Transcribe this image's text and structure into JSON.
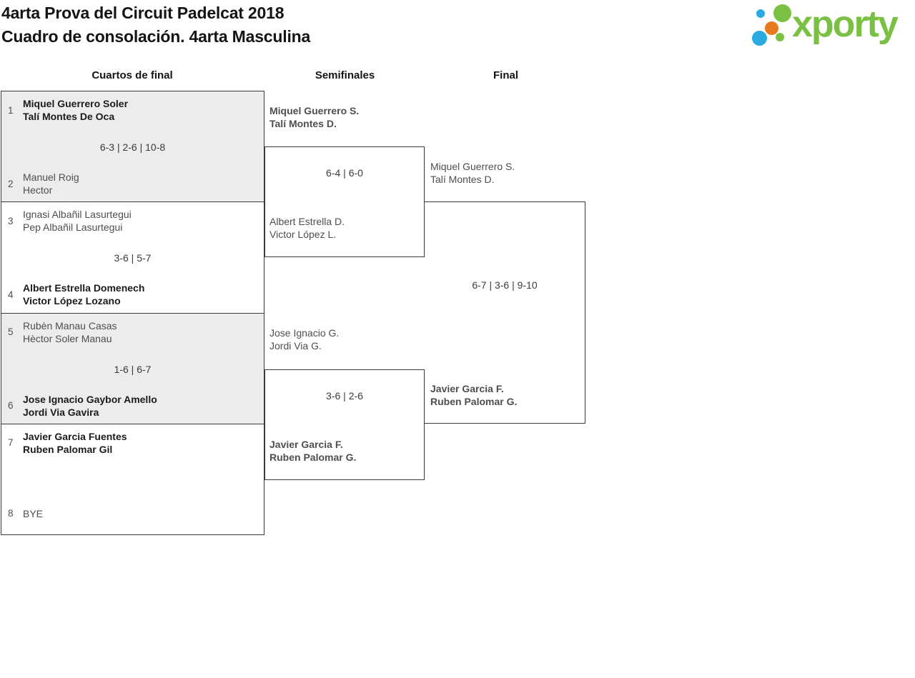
{
  "header": {
    "title_line1": "4arta Prova del Circuit Padelcat 2018",
    "title_line2": "Cuadro de consolación. 4arta Masculina",
    "logo_text": "xporty",
    "brand_colors": {
      "green": "#7ac143",
      "blue": "#29abe2",
      "orange": "#e8791d"
    }
  },
  "columns": {
    "quarterfinals": "Cuartos de final",
    "semifinals": "Semifinales",
    "final": "Final"
  },
  "colors": {
    "row_alt_background": "#ececec",
    "border": "#3a3a3a",
    "winner_text": "#1b1b1b",
    "loser_text": "#4e4e4e"
  },
  "quarterfinals": [
    {
      "seed1": "1",
      "team1_line1": "Miquel Guerrero Soler",
      "team1_line2": "Talí Montes De Oca",
      "score": "6-3 | 2-6 | 10-8",
      "seed2": "2",
      "team2_line1": "Manuel Roig",
      "team2_line2": "Hector",
      "winner": "team1"
    },
    {
      "seed1": "3",
      "team1_line1": "Ignasi Albañil Lasurtegui",
      "team1_line2": "Pep Albañil Lasurtegui",
      "score": "3-6 | 5-7",
      "seed2": "4",
      "team2_line1": "Albert Estrella Domenech",
      "team2_line2": "Victor López Lozano",
      "winner": "team2"
    },
    {
      "seed1": "5",
      "team1_line1": "Rubèn Manau Casas",
      "team1_line2": "Hèctor Soler Manau",
      "score": "1-6 | 6-7",
      "seed2": "6",
      "team2_line1": "Jose Ignacio Gaybor Amello",
      "team2_line2": "Jordi Via Gavira",
      "winner": "team2"
    },
    {
      "seed1": "7",
      "team1_line1": "Javier Garcia Fuentes",
      "team1_line2": "Ruben Palomar Gil",
      "score": "",
      "seed2": "8",
      "team2_line1": "BYE",
      "team2_line2": "",
      "winner": "team1"
    }
  ],
  "semifinals": [
    {
      "top_line1": "Miquel Guerrero S.",
      "top_line2": "Talí Montes D.",
      "score": "6-4 | 6-0",
      "bottom_line1": "Albert Estrella D.",
      "bottom_line2": "Victor López L.",
      "winner": "top"
    },
    {
      "top_line1": "Jose Ignacio G.",
      "top_line2": "Jordi Via G.",
      "score": "3-6 | 2-6",
      "bottom_line1": "Javier Garcia F.",
      "bottom_line2": "Ruben Palomar G.",
      "winner": "bottom"
    }
  ],
  "final": {
    "top_line1": "Miquel Guerrero S.",
    "top_line2": "Talí Montes D.",
    "score": "6-7 | 3-6 | 9-10",
    "bottom_line1": "Javier Garcia F.",
    "bottom_line2": "Ruben Palomar G.",
    "winner": "bottom"
  }
}
